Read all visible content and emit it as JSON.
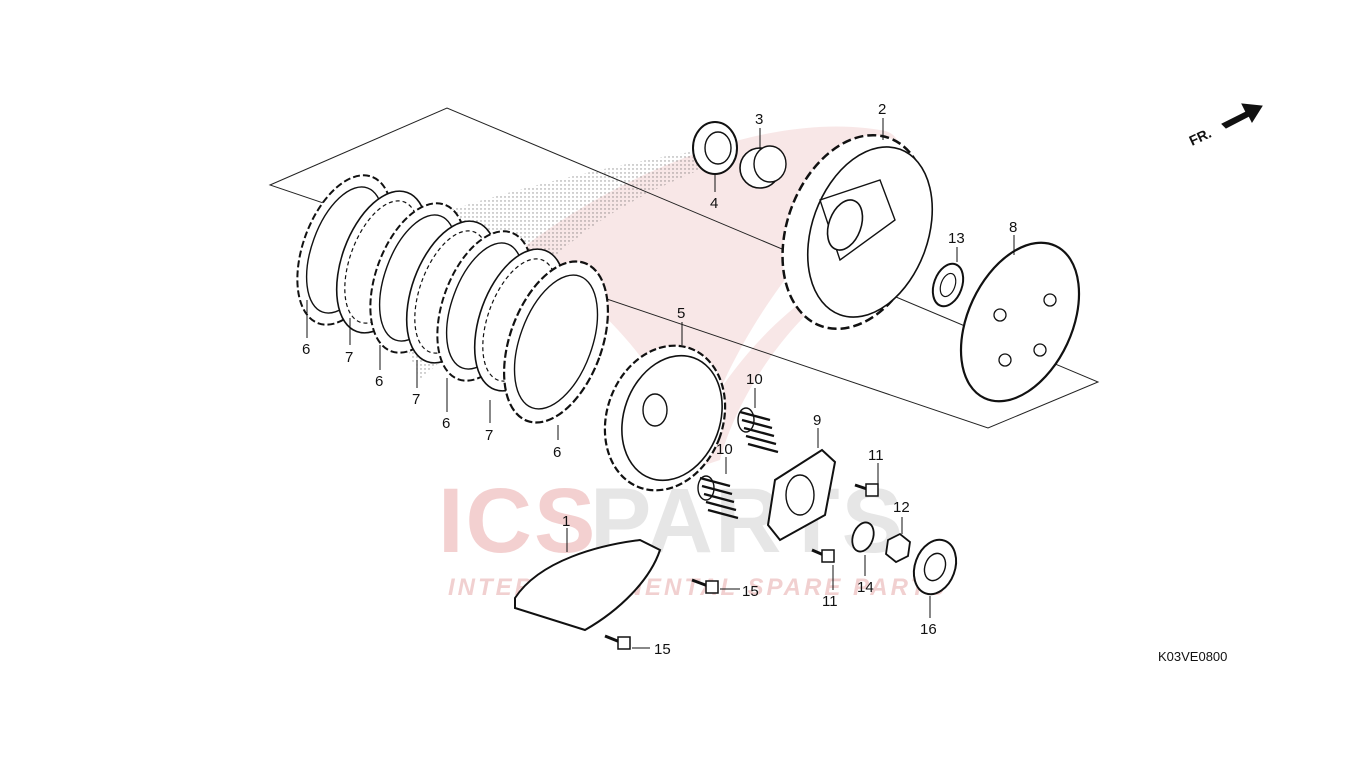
{
  "diagram": {
    "code": "K03VE0800",
    "direction_label": "FR.",
    "watermark": {
      "brand_left": "ICS",
      "brand_right": "PARTS",
      "tagline": "INTERCONTINENTAL SPARE PARTS"
    },
    "callouts": {
      "c1": "1",
      "c2": "2",
      "c3": "3",
      "c4": "4",
      "c5": "5",
      "c6a": "6",
      "c6b": "6",
      "c6c": "6",
      "c6d": "6",
      "c7a": "7",
      "c7b": "7",
      "c7c": "7",
      "c8": "8",
      "c9": "9",
      "c10a": "10",
      "c10b": "10",
      "c11a": "11",
      "c11b": "11",
      "c12": "12",
      "c13": "13",
      "c14": "14",
      "c15a": "15",
      "c15b": "15",
      "c16": "16"
    }
  }
}
